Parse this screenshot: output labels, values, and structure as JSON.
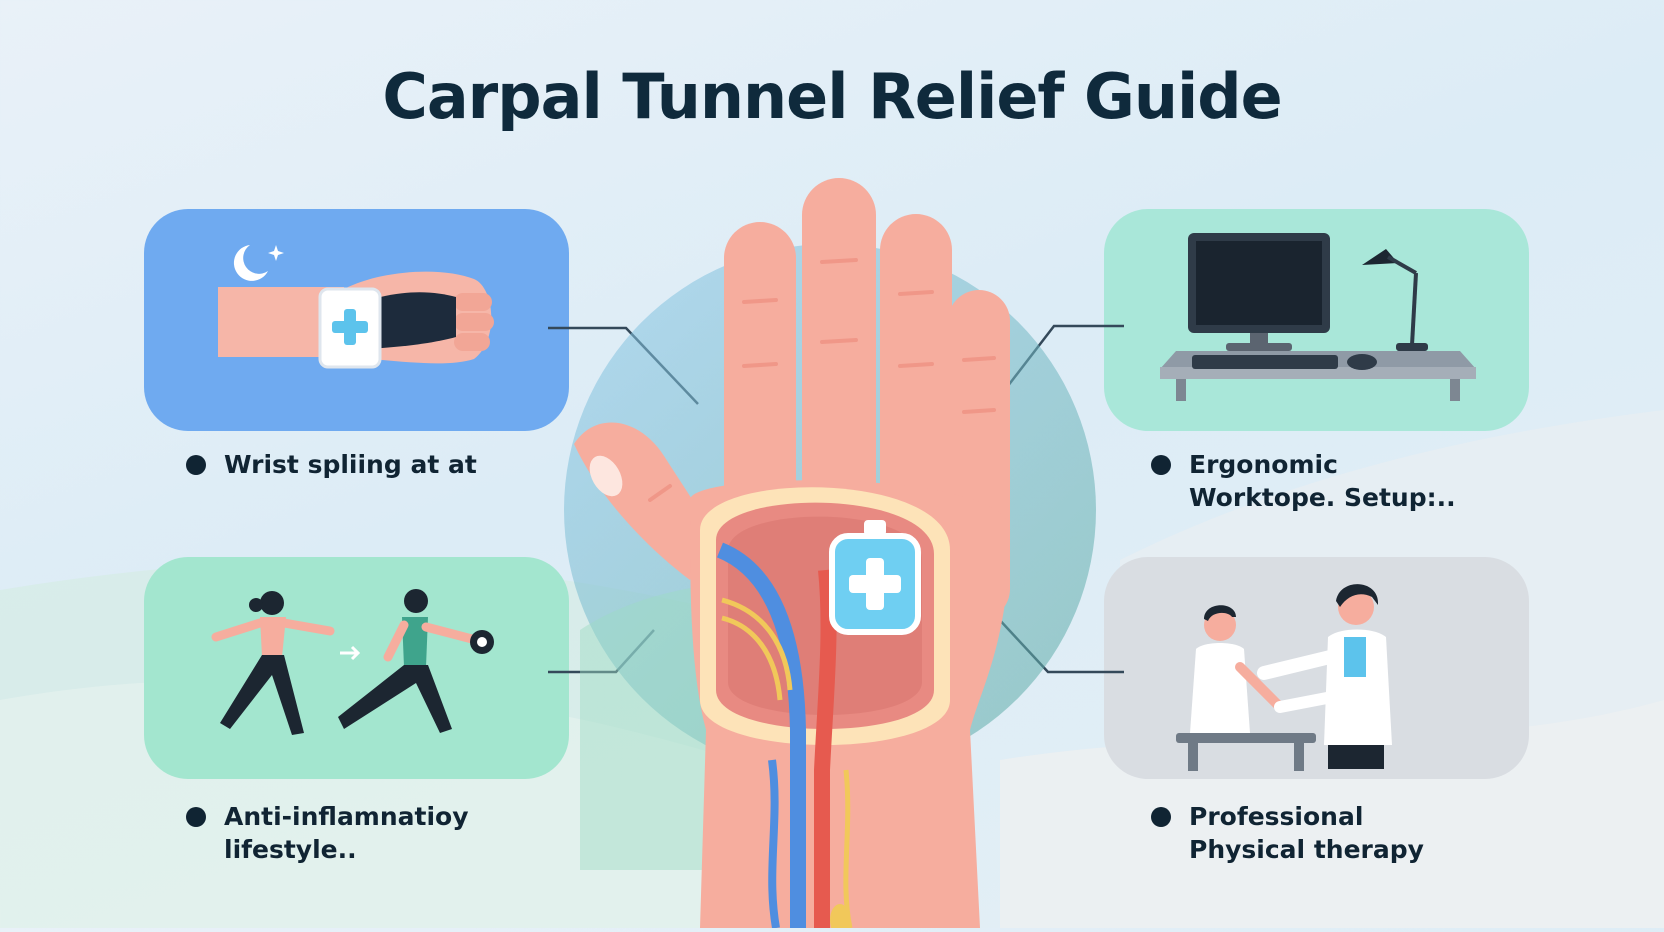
{
  "title": "Carpal Tunnel Relief Guide",
  "tips": [
    {
      "text": "Wrist spliing at at"
    },
    {
      "text": "Ergonomic Worktope. Setup:.."
    },
    {
      "text": "Anti-inflamnatioy lifestyle.."
    },
    {
      "text": "Professional Physical therapy"
    }
  ],
  "colors": {
    "title": "#0f2a3c",
    "card_splint": "#6faaf0",
    "card_ergonomic": "#a9e7d9",
    "card_lifestyle": "#a3e6cf",
    "card_therapy": "#d9dde2",
    "skin": "#f6ad9e",
    "nerve_blue": "#4f8ee0",
    "nerve_red": "#e65a4f",
    "nerve_yellow": "#f1c85a"
  }
}
